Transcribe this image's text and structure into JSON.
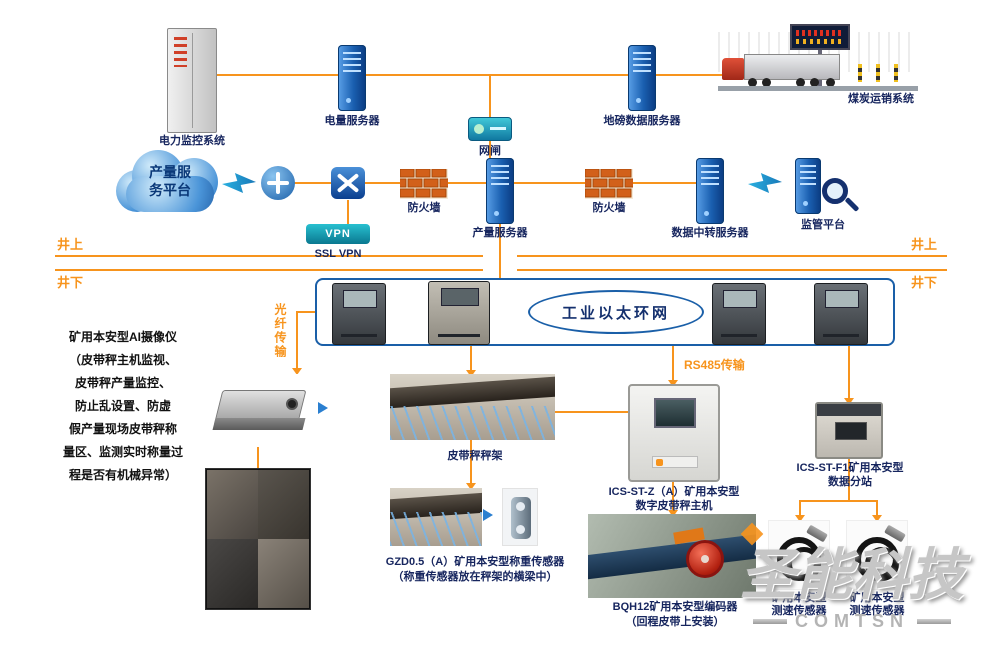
{
  "top": {
    "power_monitor_label": "电力监控系统",
    "power_server_label": "电量服务器",
    "gateway_label": "网闸",
    "weighbridge_server_label": "地磅数据服务器",
    "coal_sales_label": "煤炭运销系统"
  },
  "mid": {
    "cloud_label": "产量服务平台",
    "firewall1_label": "防火墙",
    "production_server_label": "产量服务器",
    "firewall2_label": "防火墙",
    "transit_server_label": "数据中转服务器",
    "supervision_label": "监管平台",
    "vpn_text": "VPN",
    "ssl_vpn_label": "SSL VPN"
  },
  "zone": {
    "surface": "井上",
    "underground": "井下"
  },
  "ring": {
    "label": "工业以太环网"
  },
  "links": {
    "fiber": "光纤传输",
    "rs485": "RS485传输"
  },
  "camera_note": [
    "矿用本安型AI摄像仪",
    "（皮带秤主机监视、",
    "皮带秤产量监控、",
    "防止乱设置、防虚",
    "假产量现场皮带秤称",
    "量区、监测实时称量过",
    "程是否有机械异常）"
  ],
  "devices": {
    "belt_frame_label": "皮带秤秤架",
    "host_label1": "ICS-ST-Z（A）矿用本安型",
    "host_label2": "数字皮带秤主机",
    "substation_label1": "ICS-ST-F1矿用本安型",
    "substation_label2": "数据分站",
    "loadcell_label1": "GZD0.5（A）矿用本安型称重传感器",
    "loadcell_label2": "（称重传感器放在秤架的横梁中）",
    "encoder_label1": "BQH12矿用本安型编码器",
    "encoder_label2": "（回程皮带上安装）",
    "sensor_left_label1": "矿用本安型",
    "sensor_left_label2": "测速传感器",
    "sensor_right_label1": "矿用本安型",
    "sensor_right_label2": "测速传感器"
  },
  "watermark": {
    "brand": "圣能科技",
    "sub": "COMTSN"
  },
  "colors": {
    "line_orange": "#f7941d",
    "label_navy": "#16255e",
    "frame_blue": "#1a5fa8"
  }
}
